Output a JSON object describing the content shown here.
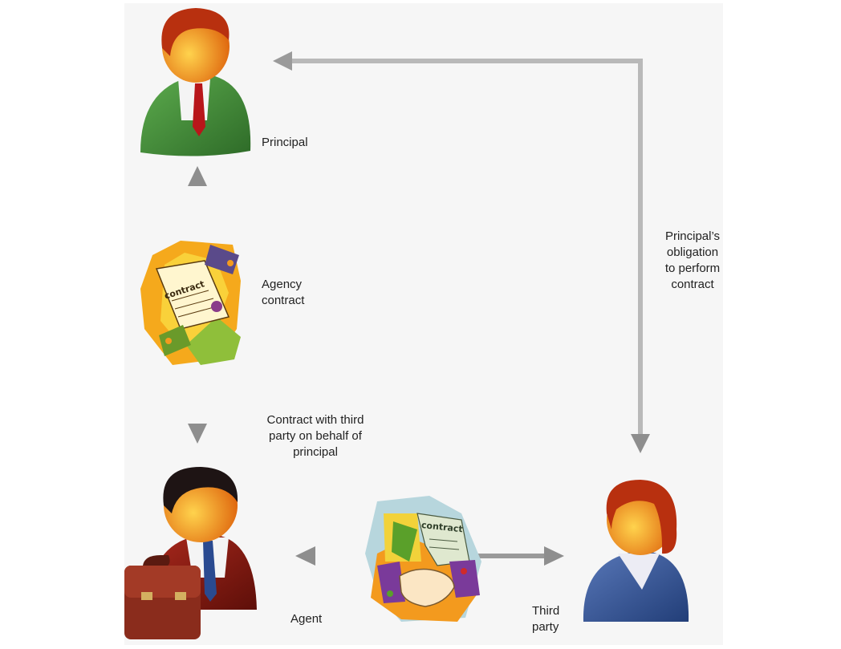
{
  "colors": {
    "panel": "#f6f6f6",
    "arrow": "#9a9a9a",
    "principal_suit": "#3f8f3a",
    "agent_suit": "#8e1d14",
    "third_party_suit": "#2f4f8f",
    "skin": "#f39a1e",
    "hair_red": "#b8300f",
    "hair_dark": "#1e1414",
    "briefcase": "#8a2c1c"
  },
  "nodes": {
    "principal": {
      "label": "Principal",
      "icon": "person-icon"
    },
    "agent": {
      "label": "Agent",
      "icon": "person-with-briefcase-icon"
    },
    "third_party": {
      "label_lines": [
        "Third",
        "party"
      ],
      "icon": "person-icon"
    }
  },
  "edges": {
    "agency_contract": {
      "label_lines": [
        "Agency",
        "contract"
      ],
      "icon": "signed-contract-icon"
    },
    "contract_with_third_party": {
      "label_lines": [
        "Contract with third",
        "party on behalf of",
        "principal"
      ]
    },
    "handshake_contract": {
      "icon": "handshake-contract-icon",
      "document_text": "contract"
    },
    "principal_obligation": {
      "label_lines": [
        "Principal’s",
        "obligation",
        "to perform",
        "contract"
      ]
    }
  },
  "contract_document_text": "contract"
}
